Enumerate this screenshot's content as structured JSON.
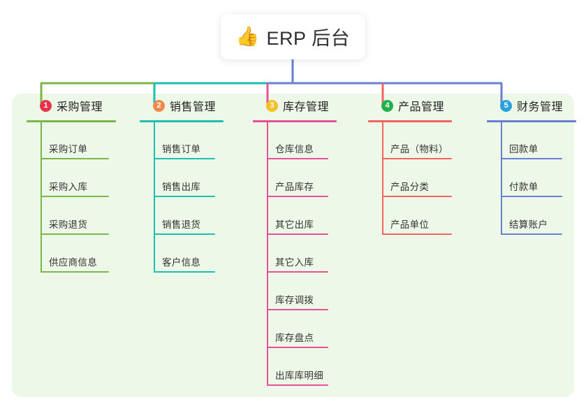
{
  "root": {
    "icon": "thumbs-up-icon",
    "emoji": "👍",
    "title": "ERP 后台"
  },
  "palette": {
    "panel_background": "#eef8e8",
    "page_background": "#ffffff",
    "root_card": "#ffffff",
    "text": "#333333"
  },
  "diagram": {
    "type": "mind-map",
    "branch_count": 5,
    "columns": [
      {
        "index": "1",
        "title": "采购管理",
        "badge_color": "#e8344a",
        "line_color": "#7ab648",
        "items": [
          "采购订单",
          "采购入库",
          "采购退货",
          "供应商信息"
        ]
      },
      {
        "index": "2",
        "title": "销售管理",
        "badge_color": "#f08a4b",
        "line_color": "#1ebfb3",
        "items": [
          "销售订单",
          "销售出库",
          "销售退货",
          "客户信息"
        ]
      },
      {
        "index": "3",
        "title": "库存管理",
        "badge_color": "#f5c026",
        "line_color": "#e8519a",
        "items": [
          "仓库信息",
          "产品库存",
          "其它出库",
          "其它入库",
          "库存调拨",
          "库存盘点",
          "出库库明细"
        ]
      },
      {
        "index": "4",
        "title": "产品管理",
        "badge_color": "#22b04b",
        "line_color": "#f4645f",
        "items": [
          "产品（物料）",
          "产品分类",
          "产品单位"
        ]
      },
      {
        "index": "5",
        "title": "财务管理",
        "badge_color": "#29a3dc",
        "line_color": "#6a7fd4",
        "items": [
          "回款单",
          "付款单",
          "结算账户"
        ]
      }
    ]
  }
}
